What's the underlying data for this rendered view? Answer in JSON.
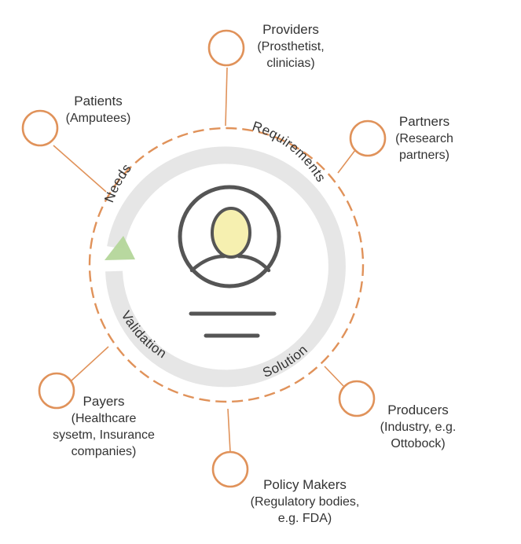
{
  "colors": {
    "accent": "#e0925a",
    "track": "#e6e6e6",
    "arrow": "#b4d69a",
    "icon_stroke": "#555555",
    "icon_head": "#f6f0b0"
  },
  "cycle": {
    "stage_needs": "Needs",
    "stage_requirements": "Requirements",
    "stage_solution": "Solution",
    "stage_validation": "Validation"
  },
  "center_icon": "person-profile-icon",
  "stakeholders": {
    "providers": {
      "title": "Providers",
      "detail_line1": "(Prosthetist,",
      "detail_line2": "clinicias)"
    },
    "patients": {
      "title": "Patients",
      "detail_line1": "(Amputees)"
    },
    "partners": {
      "title": "Partners",
      "detail_line1": "(Research",
      "detail_line2": "partners)"
    },
    "producers": {
      "title": "Producers",
      "detail_line1": "(Industry, e.g.",
      "detail_line2": "Ottobock)"
    },
    "policy_makers": {
      "title": "Policy Makers",
      "detail_line1": "(Regulatory bodies,",
      "detail_line2": "e.g. FDA)"
    },
    "payers": {
      "title": "Payers",
      "detail_line1": "(Healthcare",
      "detail_line2": "sysetm, Insurance",
      "detail_line3": "companies)"
    }
  }
}
